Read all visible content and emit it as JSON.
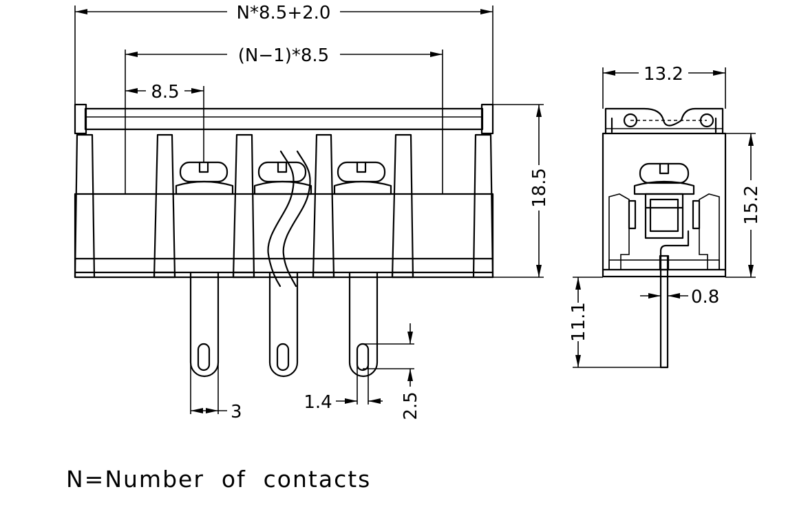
{
  "dimensions": {
    "overall_width": "N*8.5+2.0",
    "span": "(N−1)*8.5",
    "pitch": "8.5",
    "pin_width": "3",
    "hole_width": "1.4",
    "hole_length": "2.5",
    "body_height": "18.5",
    "side_width": "13.2",
    "side_height": "15.2",
    "pin_length": "11.1",
    "pin_thickness": "0.8"
  },
  "note": "N=Number  of  contacts"
}
